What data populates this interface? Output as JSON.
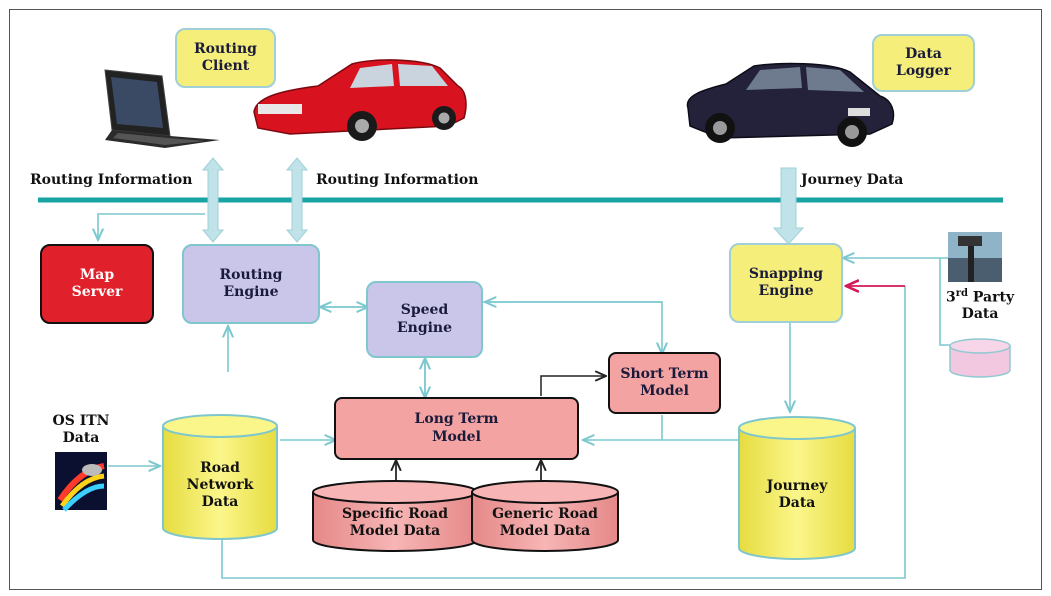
{
  "labels": {
    "routing_client": "Routing\nClient",
    "data_logger": "Data\nLogger",
    "routing_info_left": "Routing Information",
    "routing_info_right": "Routing Information",
    "journey_data_top": "Journey Data",
    "map_server": "Map\nServer",
    "routing_engine": "Routing\nEngine",
    "speed_engine": "Speed\nEngine",
    "short_term_model": "Short Term\nModel",
    "long_term_model": "Long Term\nModel",
    "snapping_engine": "Snapping\nEngine",
    "third_party_sup": "rd",
    "third_party_num": "3",
    "third_party_rest": " Party",
    "third_party_data": "Data",
    "os_itn": "OS ITN\nData",
    "road_network_data": "Road\nNetwork\nData",
    "specific_road": "Specific Road\nModel Data",
    "generic_road": "Generic Road\nModel Data",
    "journey_data_db": "Journey\nData"
  },
  "colors": {
    "bus": "#1aa3a3",
    "arrow_fat": "#bfe3e8",
    "arrow_line": "#7cc8cf",
    "yellow_fill": "#f5ee7a",
    "lavender_fill": "#c9c6ea",
    "pink_fill": "#f4a3a3",
    "red_fill": "#e0202a",
    "magenta_arrow": "#d4195a"
  },
  "icons": [
    "laptop-icon",
    "red-car-icon",
    "dark-car-icon",
    "antenna-icon",
    "os-itn-map-icon"
  ]
}
